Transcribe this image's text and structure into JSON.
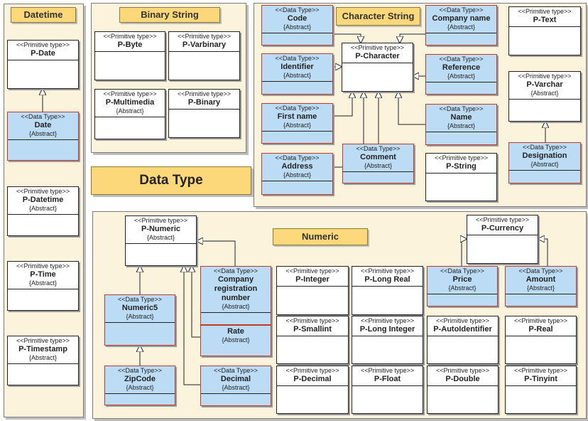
{
  "title": "Data Type",
  "labels": {
    "primitive": "<<Primitive type>>",
    "datatype": "<<Data Type>>",
    "abstract": "{Abstract}"
  },
  "packages": {
    "datetime": "Datetime",
    "binary": "Binary String",
    "character": "Character String",
    "numeric": "Numeric"
  },
  "classes": {
    "p_date": "P-Date",
    "date": "Date",
    "p_datetime": "P-Datetime",
    "p_time": "P-Time",
    "p_timestamp": "P-Timestamp",
    "p_byte": "P-Byte",
    "p_varbinary": "P-Varbinary",
    "p_multimedia": "P-Multimedia",
    "p_binary": "P-Binary",
    "code": "Code",
    "company_name": "Company name",
    "p_character": "P-Character",
    "identifier": "Identifier",
    "reference": "Reference",
    "first_name": "First name",
    "name": "Name",
    "address": "Address",
    "comment": "Comment",
    "p_string": "P-String",
    "p_text": "P-Text",
    "p_varchar": "P-Varchar",
    "designation": "Designation",
    "p_numeric": "P-Numeric",
    "p_currency": "P-Currency",
    "company_reg": "Company registration number",
    "numeric5": "Numeric5",
    "rate": "Rate",
    "zipcode": "ZipCode",
    "decimal": "Decimal",
    "p_integer": "P-Integer",
    "p_long_real": "P-Long Real",
    "price": "Price",
    "amount": "Amount",
    "p_smallint": "P-Smallint",
    "p_long_integer": "P-Long Integer",
    "p_autoidentifier": "P-AutoIdentifier",
    "p_real": "P-Real",
    "p_decimal": "P-Decimal",
    "p_float": "P-Float",
    "p_double": "P-Double",
    "p_tinyint": "P-Tinyint"
  }
}
